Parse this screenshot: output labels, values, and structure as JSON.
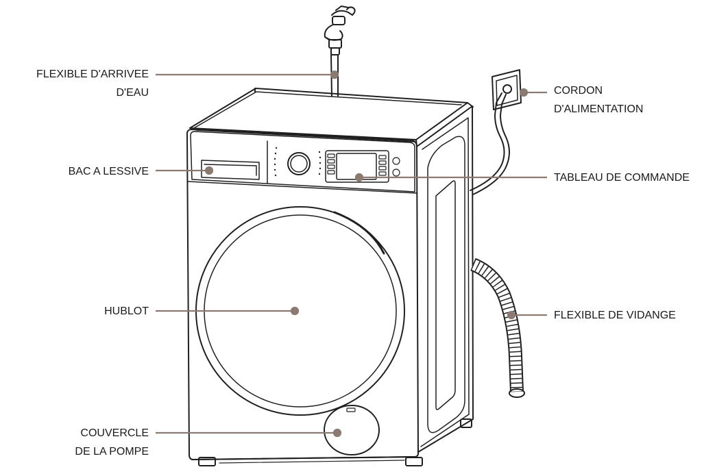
{
  "labels": {
    "water_inlet": [
      "FLEXIBLE D'ARRIVEE",
      "D'EAU"
    ],
    "detergent_drawer": [
      "BAC A LESSIVE"
    ],
    "door": [
      "HUBLOT"
    ],
    "pump_cover": [
      "COUVERCLE",
      "DE LA POMPE"
    ],
    "power_cord": [
      "CORDON",
      "D'ALIMENTATION"
    ],
    "control_panel": [
      "TABLEAU DE COMMANDE"
    ],
    "drain_hose": [
      "FLEXIBLE DE VIDANGE"
    ]
  },
  "colors": {
    "leader": "#8a7a72",
    "outline": "#1f1f1f",
    "text": "#1a1a1a"
  }
}
